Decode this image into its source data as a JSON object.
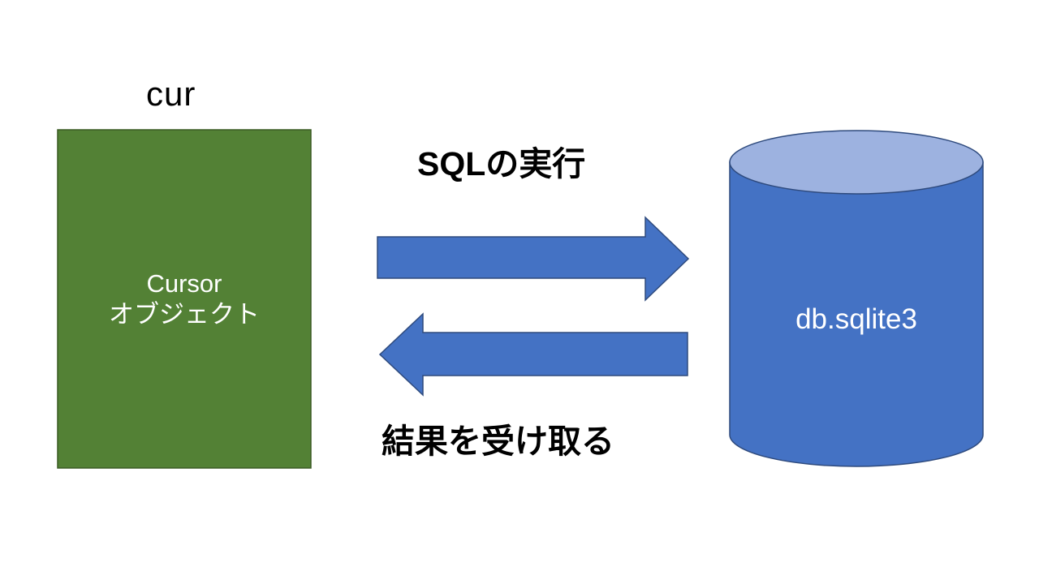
{
  "diagram": {
    "title": "",
    "cursor_variable_label": "cur",
    "cursor_box": {
      "line1": "Cursor",
      "line2": "オブジェクト"
    },
    "top_arrow_label": "SQLの実行",
    "bottom_arrow_label": "結果を受け取る",
    "database_label": "db.sqlite3"
  },
  "colors": {
    "background": "#ffffff",
    "cursor_box_fill": "#538135",
    "cursor_box_outline": "#3a5a23",
    "arrow_fill": "#4472c4",
    "arrow_outline": "#2e4a7d",
    "cylinder_body_fill": "#4472c4",
    "cylinder_top_fill": "#9db2e0",
    "cylinder_outline": "#2e4a7d",
    "label_text_color": "#000000",
    "shape_text_color": "#ffffff"
  }
}
